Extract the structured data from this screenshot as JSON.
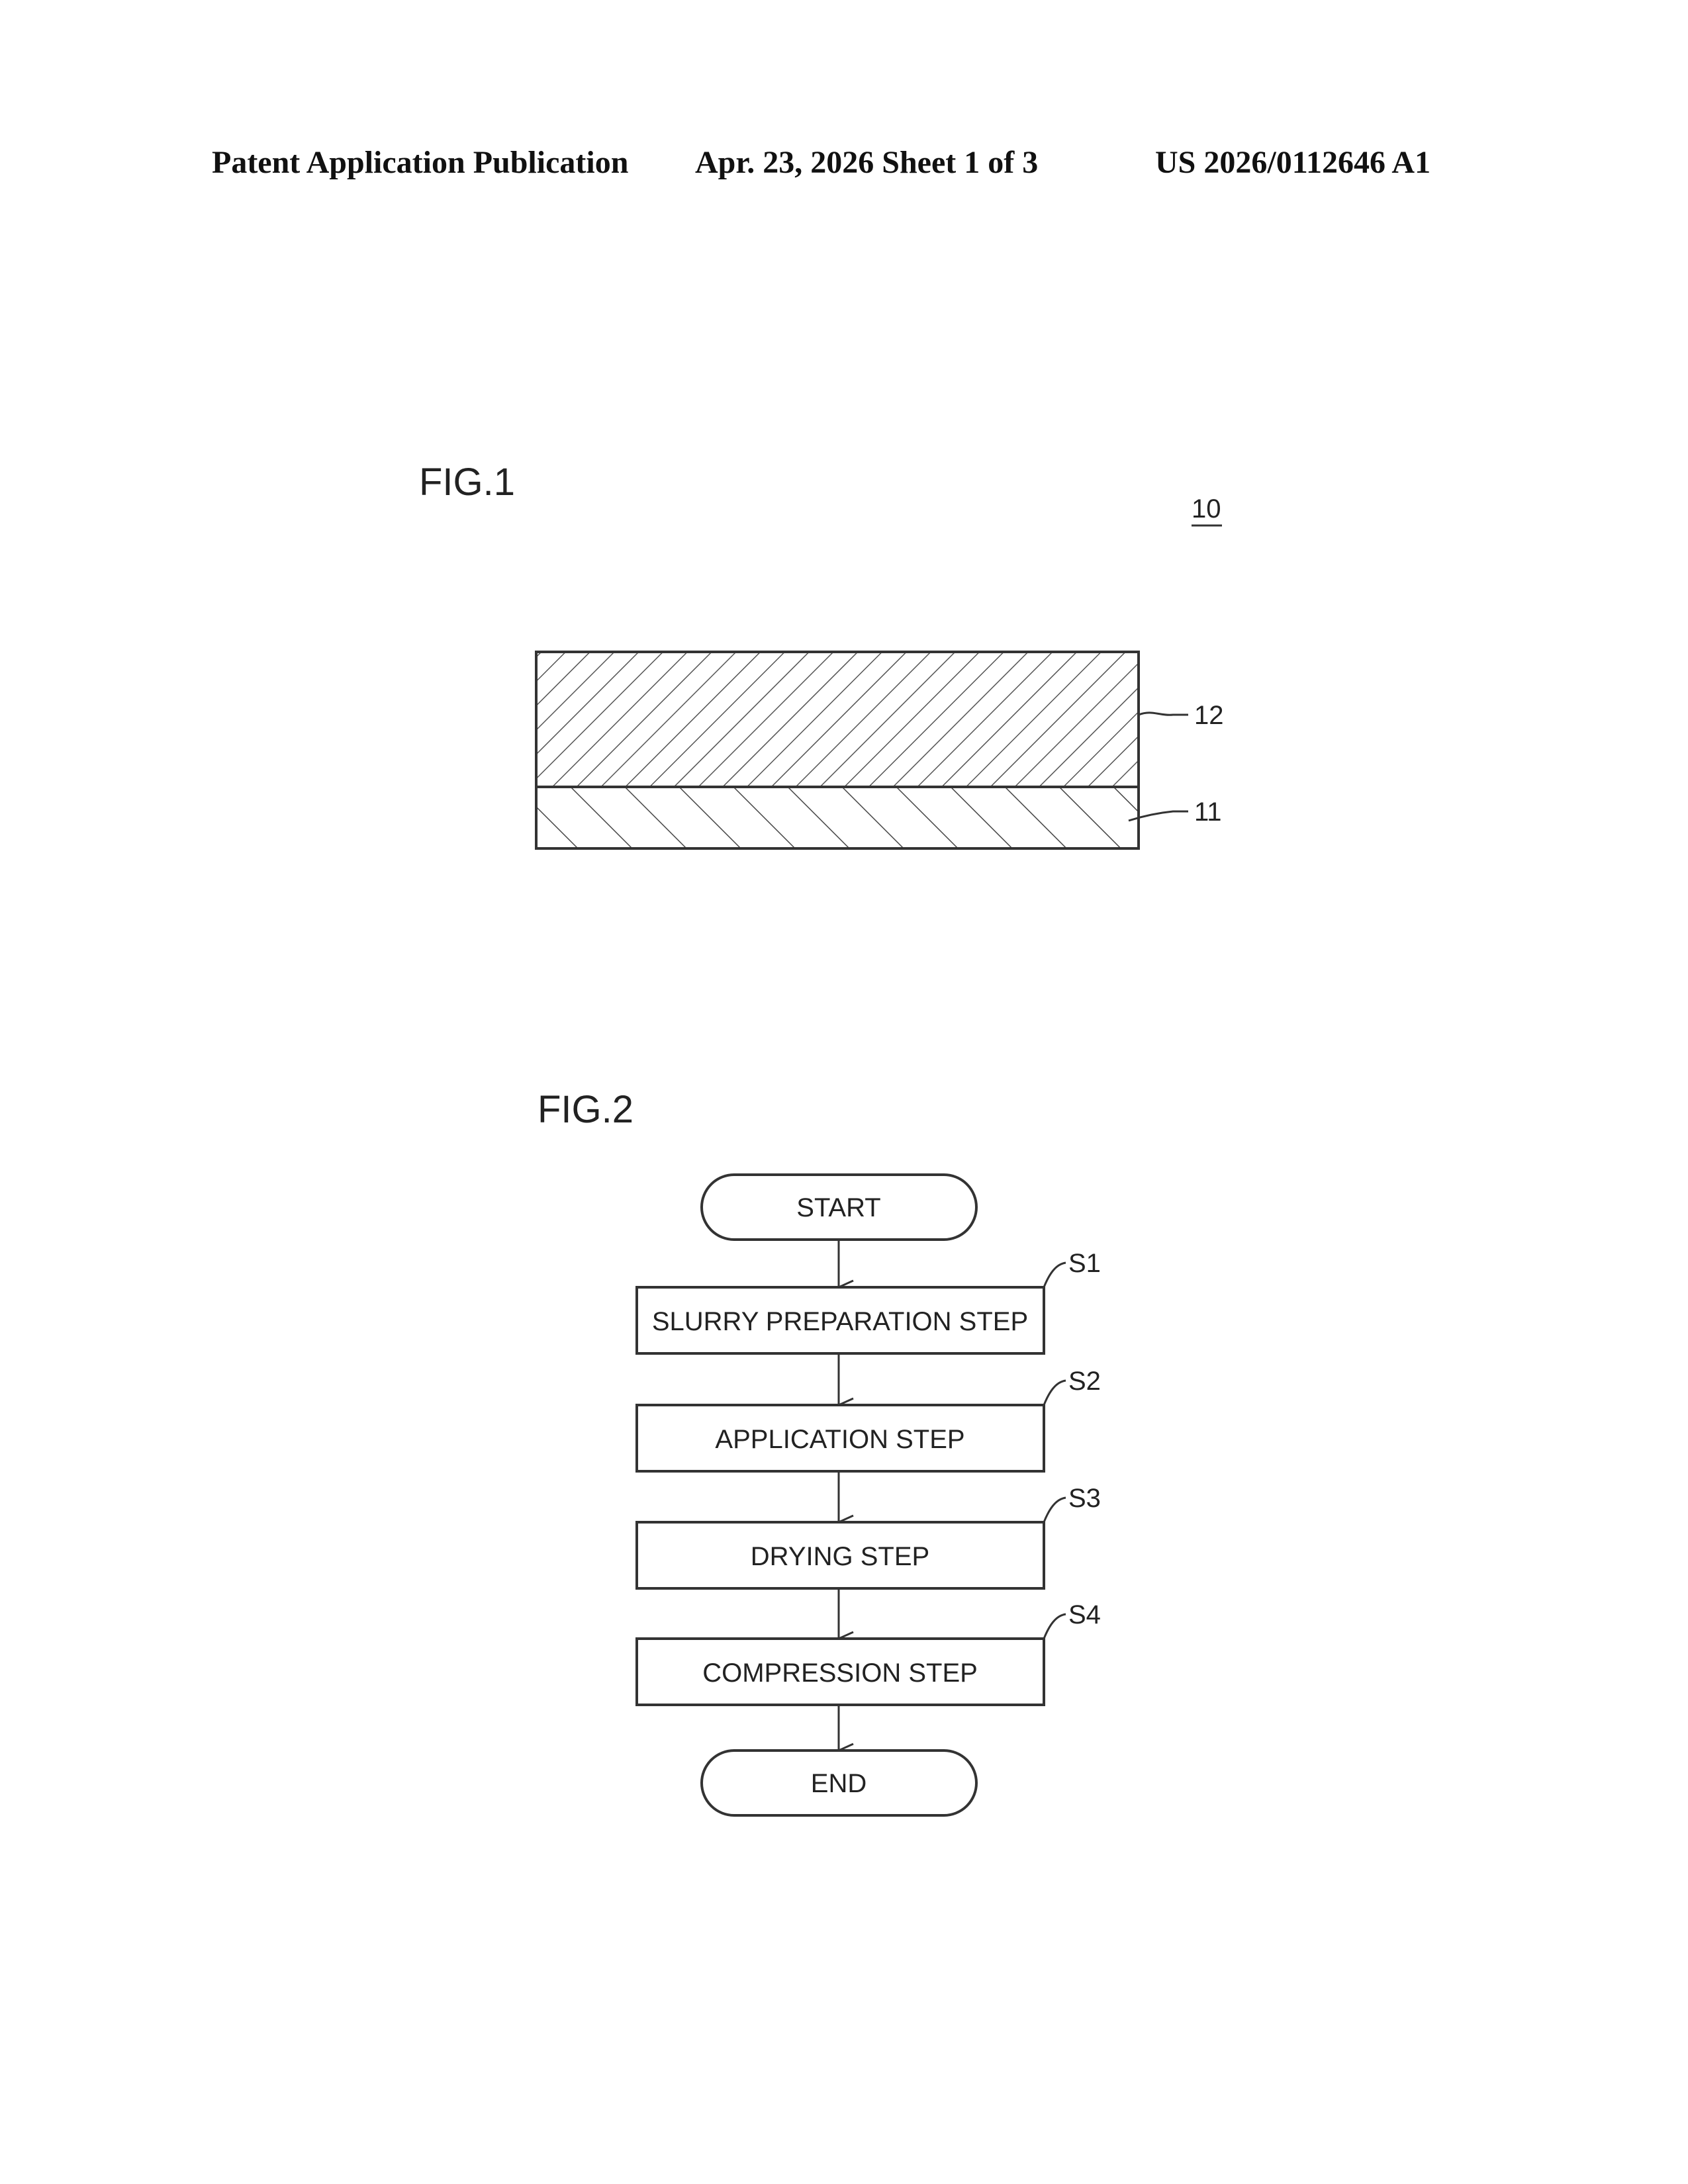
{
  "header": {
    "left": "Patent Application Publication",
    "middle": "Apr. 23, 2026  Sheet 1 of 3",
    "right": "US 2026/0112646 A1"
  },
  "fig1": {
    "label": "FIG.1",
    "ref_overall": "10",
    "ref_top_layer": "12",
    "ref_bottom_layer": "11"
  },
  "fig2": {
    "label": "FIG.2",
    "start": "START",
    "end": "END",
    "steps": [
      {
        "id": "S1",
        "label": "SLURRY PREPARATION STEP"
      },
      {
        "id": "S2",
        "label": "APPLICATION STEP"
      },
      {
        "id": "S3",
        "label": "DRYING STEP"
      },
      {
        "id": "S4",
        "label": "COMPRESSION STEP"
      }
    ]
  }
}
